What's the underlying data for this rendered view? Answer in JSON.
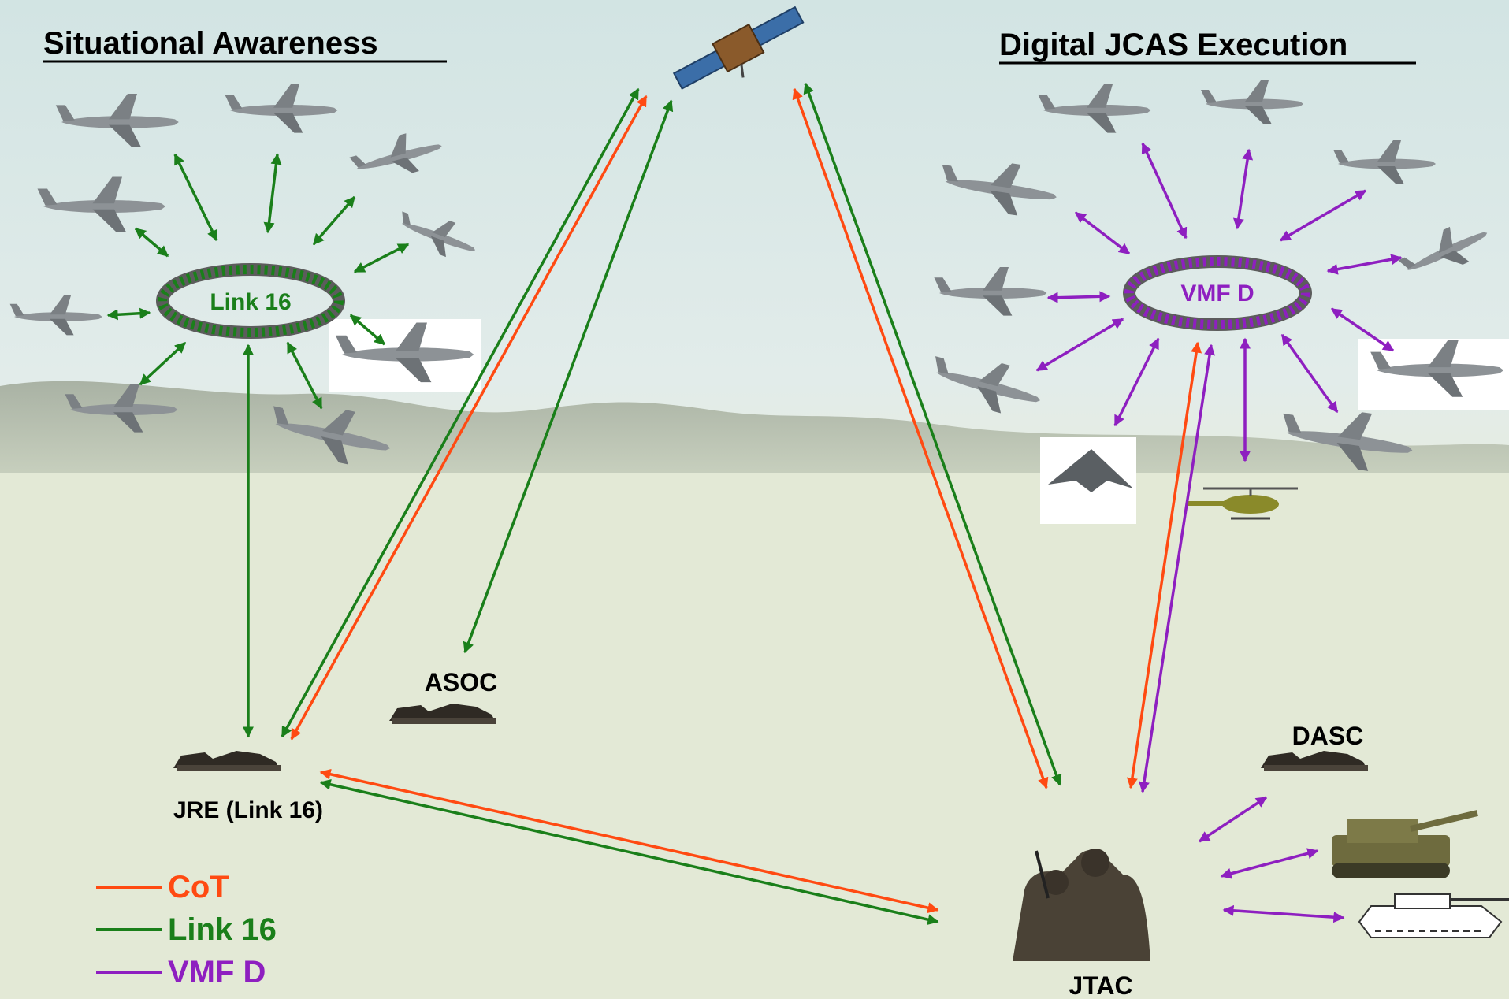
{
  "headings": {
    "left": "Situational Awareness",
    "right": "Digital JCAS Execution"
  },
  "rings": {
    "link16": "Link 16",
    "vmfd": "VMF D"
  },
  "nodes": {
    "asoc": "ASOC",
    "jre": "JRE (Link 16)",
    "dasc": "DASC",
    "jtac": "JTAC"
  },
  "legend": [
    {
      "label": "CoT",
      "color": "#ff4a12"
    },
    {
      "label": "Link 16",
      "color": "#1a7f1a"
    },
    {
      "label": "VMF D",
      "color": "#8e1fc0"
    }
  ],
  "colors": {
    "cot": "#ff4a12",
    "link16": "#1a7f1a",
    "vmfd": "#8e1fc0",
    "sky_top": "#d6e6e4",
    "ground": "#e2e8d2"
  },
  "icons": {
    "satellite": "satellite-icon",
    "aircraft": "aircraft-icon",
    "helicopter": "helicopter-icon",
    "ground_station": "ground-station-icon",
    "soldiers": "soldiers-icon",
    "artillery": "artillery-icon",
    "tank": "tank-icon"
  }
}
